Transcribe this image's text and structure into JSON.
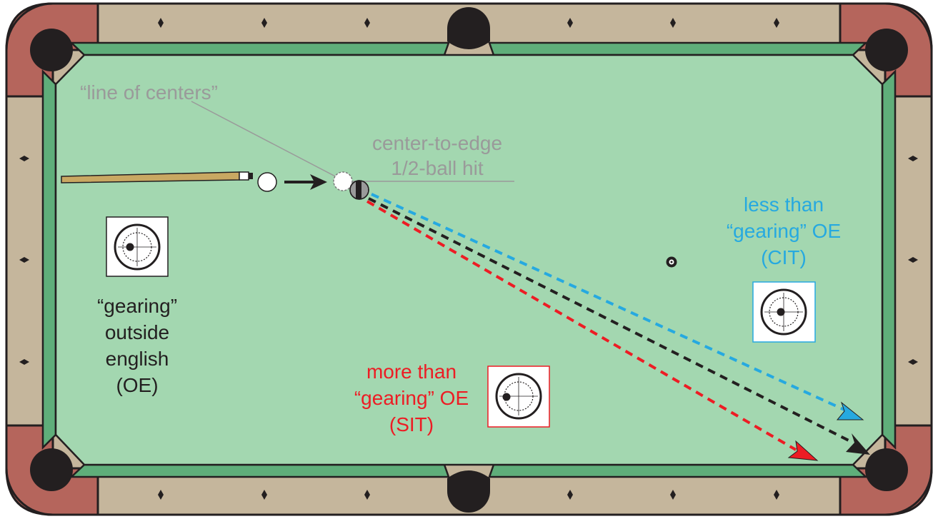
{
  "labels": {
    "line_of_centers": "“line of centers”",
    "center_to_edge_1": "center-to-edge",
    "center_to_edge_2": "1/2-ball hit",
    "gearing_1": "“gearing”",
    "gearing_2": "outside",
    "gearing_3": "english",
    "gearing_4": "(OE)",
    "more_1": "more than",
    "more_2": "“gearing” OE",
    "more_3": "(SIT)",
    "less_1": "less than",
    "less_2": "“gearing” OE",
    "less_3": "(CIT)"
  },
  "colors": {
    "felt": "#a3d7b0",
    "cushion": "#5fae7a",
    "rail_wood": "#c5b69c",
    "corner": "#b5655c",
    "outline": "#231f20",
    "annotation_gray": "#9a9a9a",
    "cyan_path": "#26a9e0",
    "black_path": "#231f20",
    "red_path": "#ed1c24",
    "cue": "#c9a862"
  },
  "icons": [
    "diamond-marker-icon",
    "pocket-icon",
    "cue-stick-icon",
    "cue-ball-icon",
    "ghost-ball-icon",
    "object-ball-icon",
    "eight-ball-icon",
    "cue-tip-target-icon",
    "arrow-head-icon"
  ]
}
